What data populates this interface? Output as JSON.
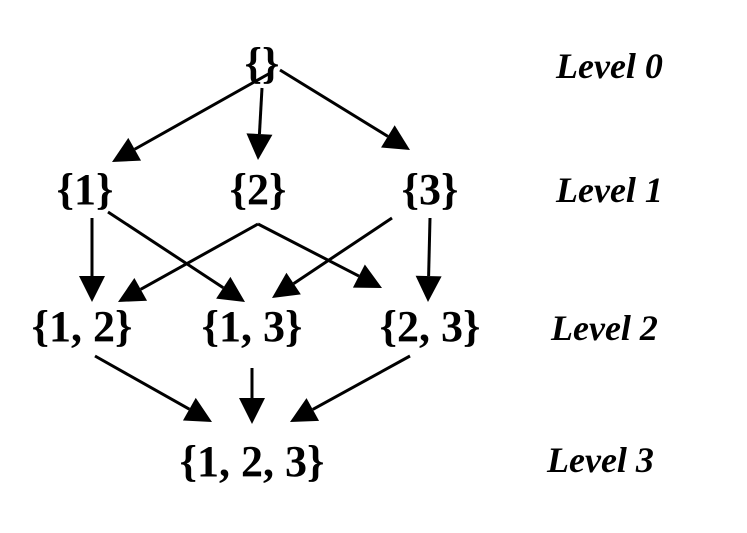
{
  "nodes": [
    {
      "id": "n0",
      "label": "{}"
    },
    {
      "id": "n1",
      "label": "{1}"
    },
    {
      "id": "n2",
      "label": "{2}"
    },
    {
      "id": "n3",
      "label": "{3}"
    },
    {
      "id": "n12",
      "label": "{1, 2}"
    },
    {
      "id": "n13",
      "label": "{1, 3}"
    },
    {
      "id": "n23",
      "label": "{2, 3}"
    },
    {
      "id": "n123",
      "label": "{1, 2, 3}"
    }
  ],
  "levels": [
    "Level 0",
    "Level 1",
    "Level 2",
    "Level 3"
  ],
  "edges": [
    {
      "from": "n0",
      "to": "n1"
    },
    {
      "from": "n0",
      "to": "n2"
    },
    {
      "from": "n0",
      "to": "n3"
    },
    {
      "from": "n1",
      "to": "n12"
    },
    {
      "from": "n1",
      "to": "n13"
    },
    {
      "from": "n2",
      "to": "n12"
    },
    {
      "from": "n2",
      "to": "n23"
    },
    {
      "from": "n3",
      "to": "n13"
    },
    {
      "from": "n3",
      "to": "n23"
    },
    {
      "from": "n12",
      "to": "n123"
    },
    {
      "from": "n13",
      "to": "n123"
    },
    {
      "from": "n23",
      "to": "n123"
    }
  ]
}
